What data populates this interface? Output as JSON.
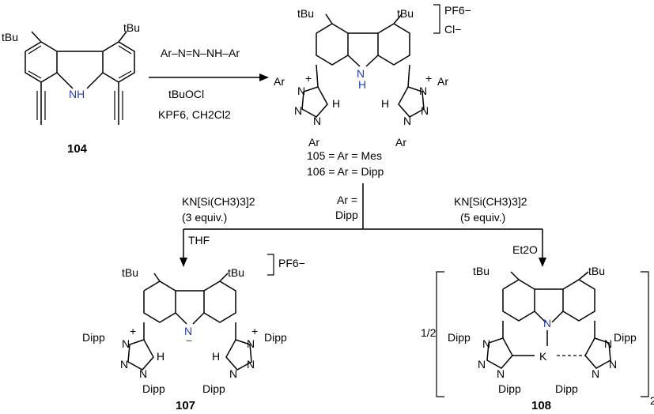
{
  "tbu": "tBu",
  "reagents": {
    "triazene": "Ar–N=N–NH–Ar",
    "oxidant": "tBuOCl",
    "salt_solvent": "KPF6, CH2Cl2"
  },
  "compounds": {
    "c104": "104",
    "c105_label": "105 = Ar = Mes",
    "c106_label": "106 = Ar = Dipp",
    "c107": "107",
    "c108": "108"
  },
  "counterions": {
    "pf6": "PF6−",
    "cl": "Cl−"
  },
  "branch": {
    "left_reagent": "KN[Si(CH3)3]2",
    "left_equiv": "(3 equiv.)",
    "left_solvent": "THF",
    "center_top": "Ar =",
    "center_bottom": "Dipp",
    "right_reagent": "KN[Si(CH3)3]2",
    "right_equiv": "(5 equiv.)",
    "right_solvent": "Et2O"
  },
  "labels": {
    "ar": "Ar",
    "dipp": "Dipp",
    "n": "N",
    "h": "H",
    "k": "K",
    "half": "1/2",
    "subscript2": "2",
    "minus": "−",
    "plus": "+"
  }
}
